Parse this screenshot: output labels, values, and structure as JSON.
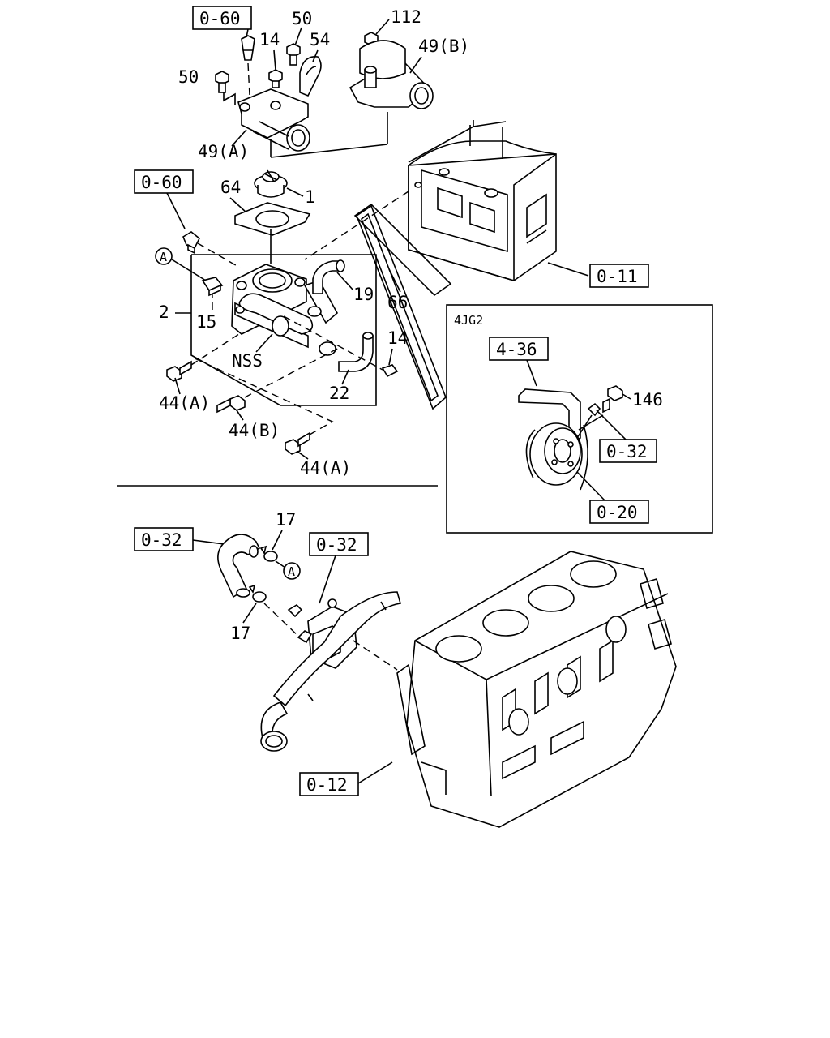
{
  "ref_boxes": {
    "top_left_060": "0-60",
    "mid_left_060": "0-60",
    "head_011": "0-11",
    "inset_436": "4-36",
    "inset_032": "0-32",
    "inset_020": "0-20",
    "lower_left_032": "0-32",
    "lower_mid_032": "0-32",
    "block_012": "0-12"
  },
  "labels": {
    "p50_top": "50",
    "p14_top": "14",
    "p54": "54",
    "p112": "112",
    "p49b": "49(B)",
    "p50_left": "50",
    "p49a": "49(A)",
    "p1": "1",
    "p64": "64",
    "pA_circle": "A",
    "p19": "19",
    "p66": "66",
    "p2": "2",
    "p15": "15",
    "p14_right": "14",
    "nss": "NSS",
    "p22": "22",
    "p44a_1": "44(A)",
    "p44b": "44(B)",
    "p44a_2": "44(A)",
    "p146": "146",
    "inset_title": "4JG2",
    "p17_top": "17",
    "pA_circle_lower": "A",
    "p17_bottom": "17"
  }
}
